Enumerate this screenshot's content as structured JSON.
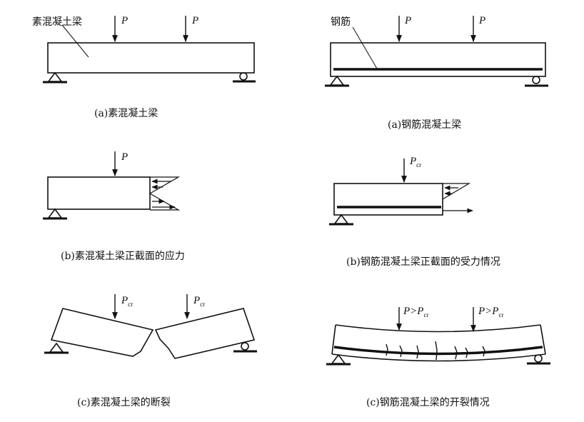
{
  "panels": {
    "a_plain": {
      "label": "素混凝土梁",
      "load_1": "P",
      "load_2": "P",
      "caption": "(a)素混凝土梁"
    },
    "a_rc": {
      "label": "钢筋",
      "load_1": "P",
      "load_2": "P",
      "caption": "(a)钢筋混凝土梁"
    },
    "b_plain": {
      "load": "P",
      "caption": "(b)素混凝土梁正截面的应力"
    },
    "b_rc": {
      "load": "P",
      "load_sub": "cr",
      "caption": "(b)钢筋混凝土梁正截面的受力情况"
    },
    "c_plain": {
      "load_1": "P",
      "load_1_sub": "cr",
      "load_2": "P",
      "load_2_sub": "cr",
      "caption": "(c)素混凝土梁的断裂"
    },
    "c_rc": {
      "load_1": "P>P",
      "load_1_sub": "cr",
      "load_2": "P>P",
      "load_2_sub": "cr",
      "caption": "(c)钢筋混凝土梁的开裂情况"
    }
  }
}
